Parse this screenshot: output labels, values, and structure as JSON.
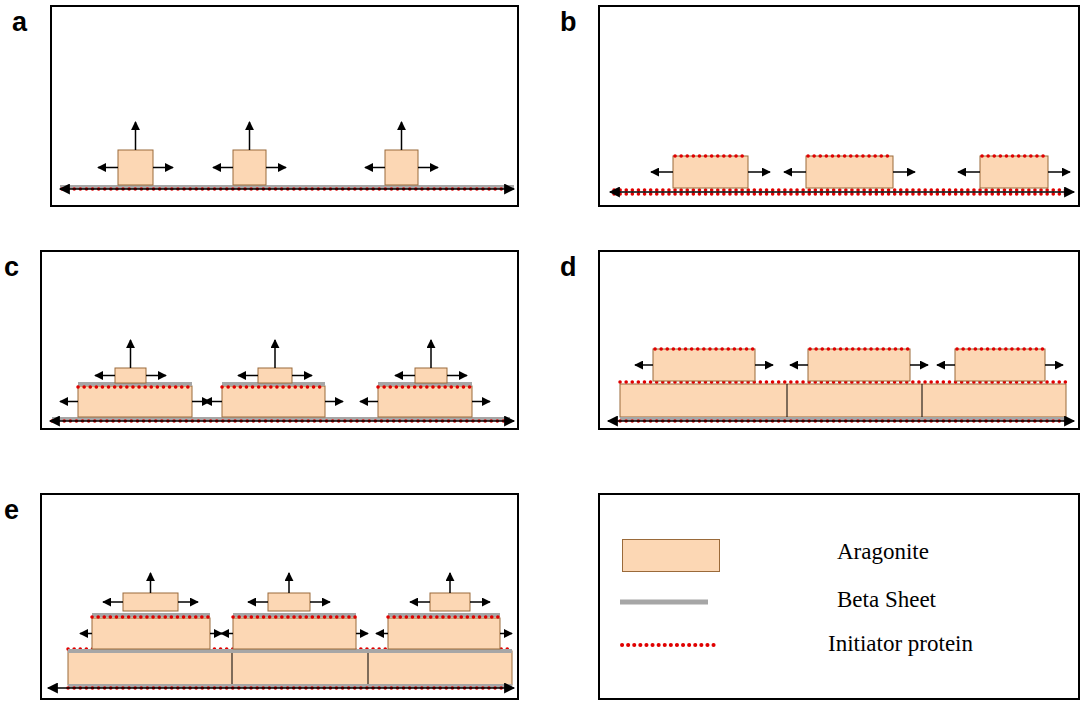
{
  "diagram": {
    "nodes": [
      {
        "text": [
          "a"
        ]
      },
      {
        "text": [
          "b"
        ]
      },
      {
        "text": [
          "c"
        ]
      },
      {
        "text": [
          "d"
        ]
      },
      {
        "text": [
          "e"
        ]
      }
    ],
    "edges": [],
    "legend": [
      {
        "text": "Aragonite",
        "color": "#fcd7b4"
      },
      {
        "text": "Beta Sheet"
      },
      {
        "text": "Initiator protein"
      }
    ]
  }
}
